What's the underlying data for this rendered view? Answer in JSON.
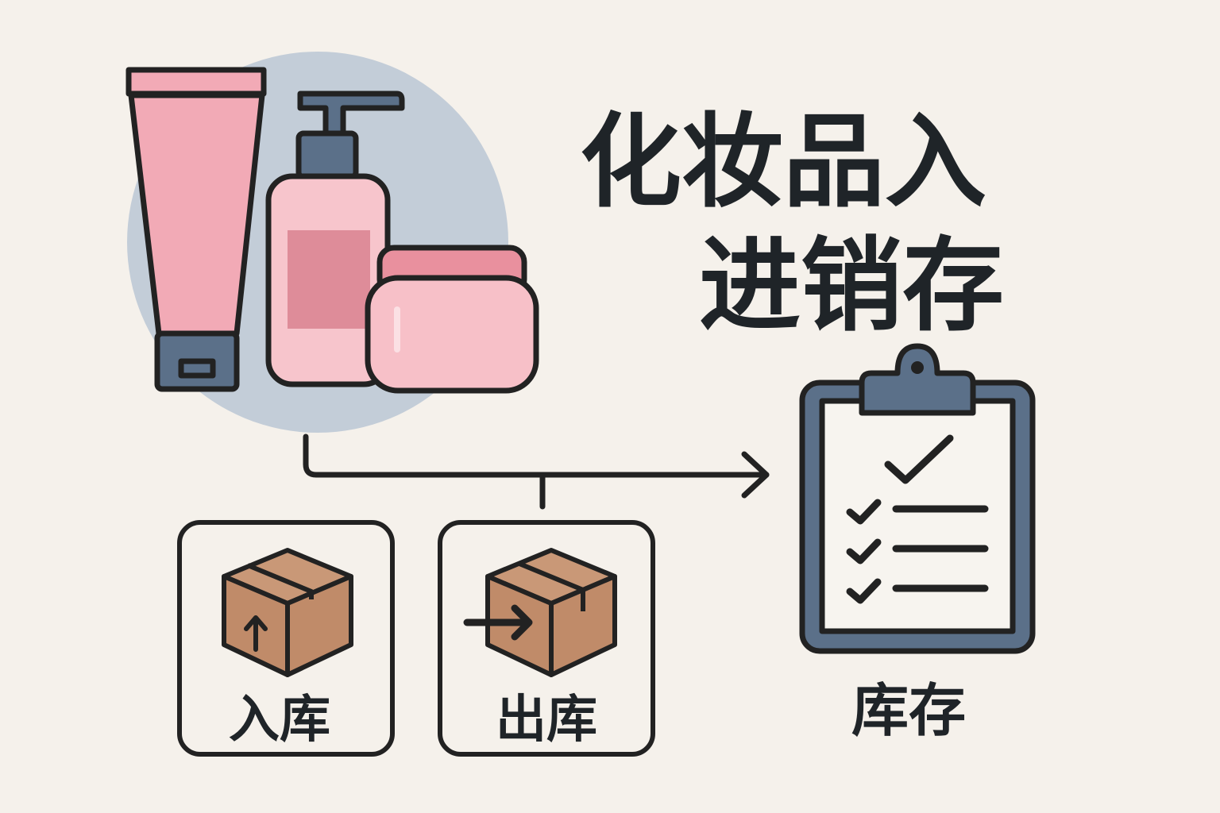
{
  "title": {
    "line1": "化妆品入",
    "line2": "进销存"
  },
  "nodes": {
    "inbound": {
      "label": "入库",
      "icon": "box-arrow-up-icon"
    },
    "outbound": {
      "label": "出库",
      "icon": "box-arrow-right-icon"
    },
    "inventory": {
      "label": "库存",
      "icon": "clipboard-checklist-icon"
    }
  },
  "colors": {
    "background": "#f5f1eb",
    "pink": "#f2aab6",
    "pink_dark": "#de8c99",
    "slate": "#5b7089",
    "circle": "#c3cdd8",
    "box": "#c08b69",
    "ink": "#1f2428"
  }
}
